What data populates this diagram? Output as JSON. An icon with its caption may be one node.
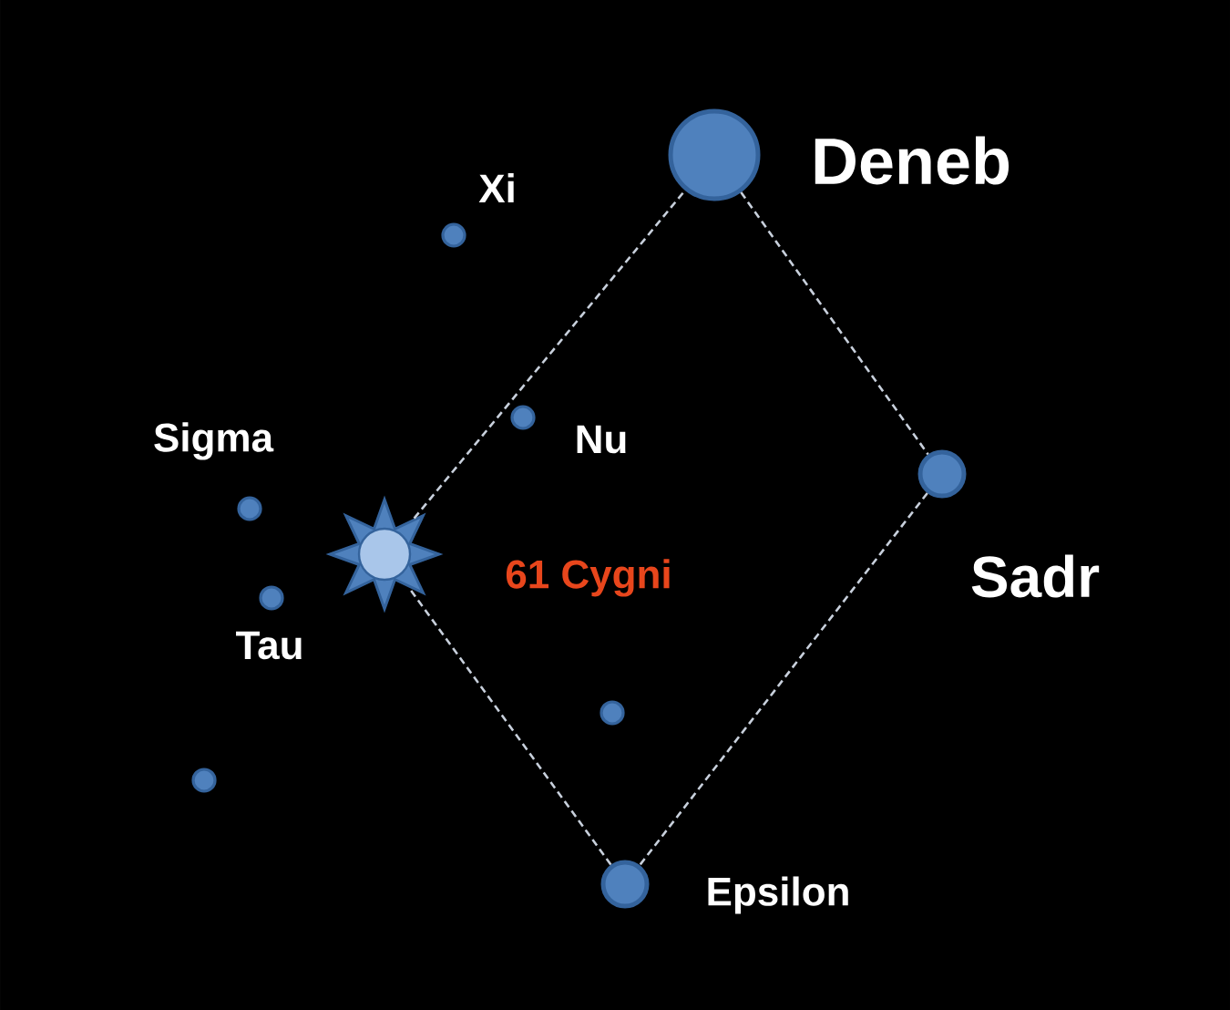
{
  "diagram": {
    "nodes": [
      {
        "text": [
          "Deneb"
        ]
      },
      {
        "text": [
          "Xi"
        ]
      },
      {
        "text": [
          "Nu"
        ]
      },
      {
        "text": [
          "Sigma"
        ]
      },
      {
        "text": [
          "Sadr"
        ]
      },
      {
        "text": [
          "61 Cygni"
        ]
      },
      {
        "text": [
          "Tau"
        ]
      },
      {
        "text": [],
        "shape": "circle"
      },
      {
        "text": [],
        "shape": "circle"
      },
      {
        "text": [
          "Epsilon"
        ]
      }
    ],
    "edges": [
      {
        "from": 0,
        "to": 4,
        "arrow": "none",
        "style": "dashed"
      },
      {
        "from": 4,
        "to": 9,
        "arrow": "none",
        "style": "dashed"
      },
      {
        "from": 9,
        "to": 5,
        "arrow": "none",
        "style": "dashed"
      },
      {
        "from": 5,
        "to": 0,
        "arrow": "none",
        "style": "dashed"
      }
    ]
  }
}
